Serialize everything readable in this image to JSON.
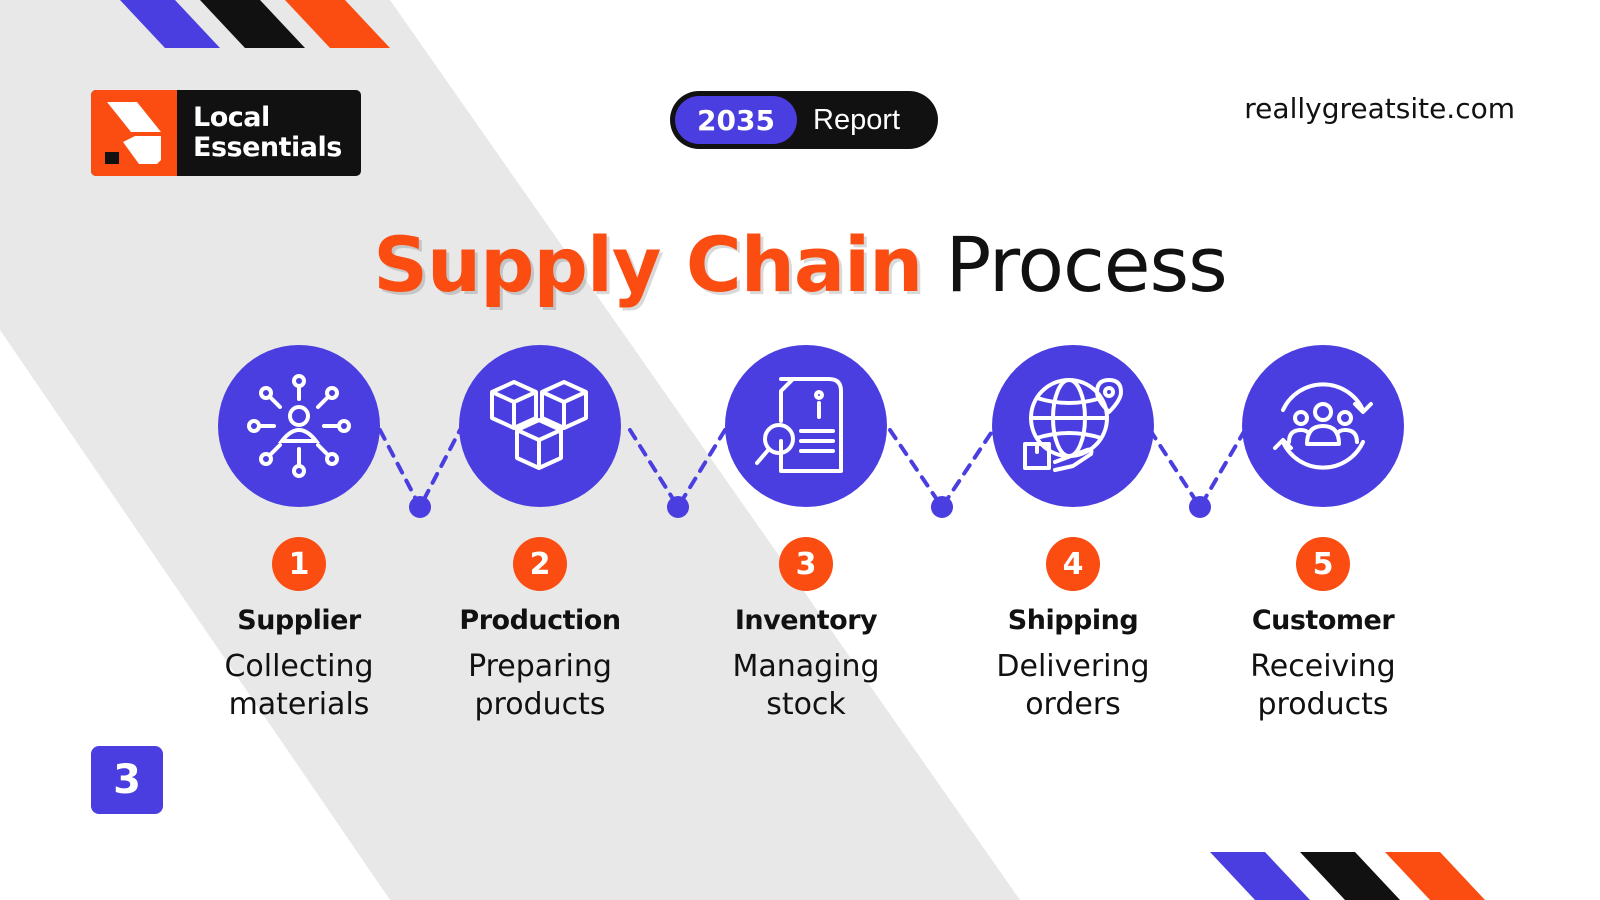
{
  "brand": {
    "line1": "Local",
    "line2": "Essentials"
  },
  "report": {
    "year": "2035",
    "label": "Report"
  },
  "site": "reallygreatsite.com",
  "title": {
    "highlight": "Supply Chain",
    "rest": "Process"
  },
  "steps": [
    {
      "number": "1",
      "title": "Supplier",
      "desc_line1": "Collecting",
      "desc_line2": "materials",
      "icon": "network-person-icon"
    },
    {
      "number": "2",
      "title": "Production",
      "desc_line1": "Preparing",
      "desc_line2": "products",
      "icon": "boxes-icon"
    },
    {
      "number": "3",
      "title": "Inventory",
      "desc_line1": "Managing",
      "desc_line2": "stock",
      "icon": "document-search-icon"
    },
    {
      "number": "4",
      "title": "Shipping",
      "desc_line1": "Delivering",
      "desc_line2": "orders",
      "icon": "globe-delivery-icon"
    },
    {
      "number": "5",
      "title": "Customer",
      "desc_line1": "Receiving",
      "desc_line2": "products",
      "icon": "customers-cycle-icon"
    }
  ],
  "page_number": "3",
  "colors": {
    "accent_orange": "#fb4d12",
    "accent_purple": "#4a3ee0",
    "dark": "#111111",
    "band": "#e8e8e8"
  }
}
